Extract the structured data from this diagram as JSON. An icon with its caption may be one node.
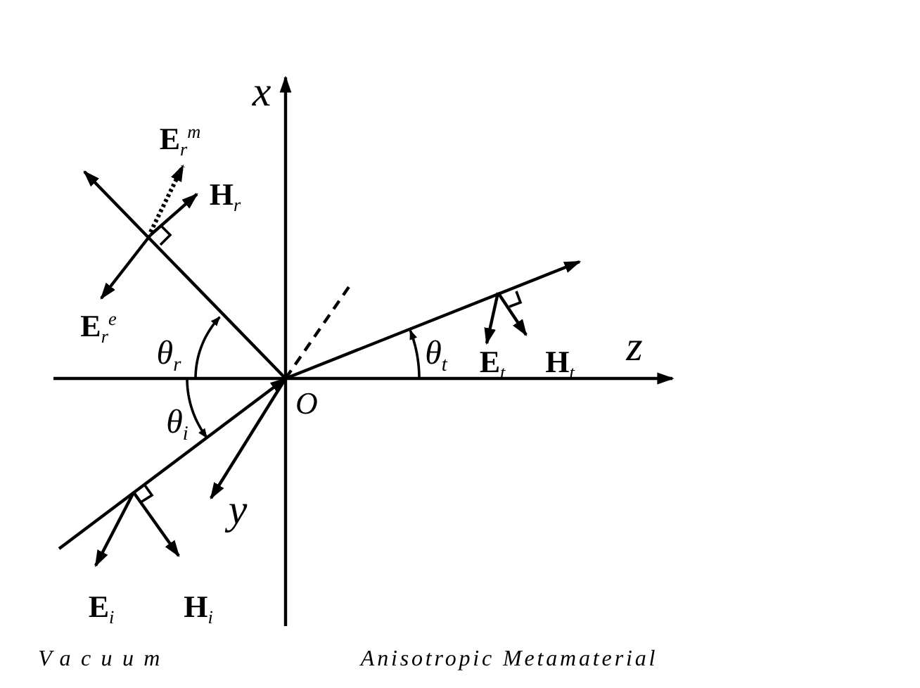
{
  "diagram": {
    "labels": [
      "*x*",
      "**E**$_{r}$$^{m}$",
      "**H**$_{r}$",
      "**E**$_{r}$$^{e}$",
      "*θ*$_{r}$",
      "*O*",
      "*θ*$_{t}$",
      "**E**$_{t}$",
      "**H**$_{t}$",
      "*z*",
      "*θ*$_{i}$",
      "*y*",
      "**E**$_{i}$",
      "**H**$_{i}$",
      "Vacuum",
      "Anisotropic Metamaterial"
    ]
  }
}
